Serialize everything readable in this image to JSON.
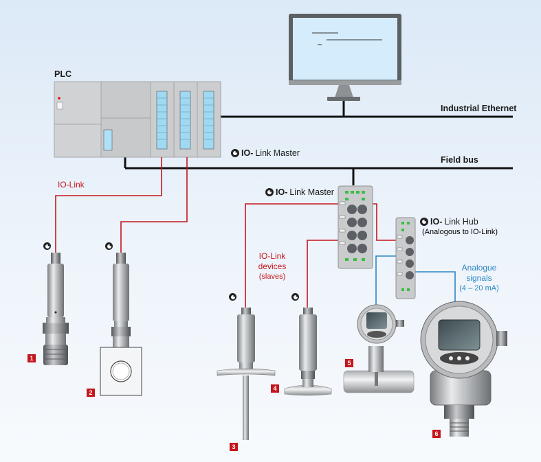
{
  "labels": {
    "plc": "PLC",
    "industrial_ethernet": "Industrial Ethernet",
    "field_bus": "Field bus",
    "io_link": "IO-Link",
    "master_1_io": "IO-",
    "master_1_rest": "Link Master",
    "master_2_io": "IO-",
    "master_2_rest": "Link Master",
    "hub_io": "IO-",
    "hub_rest": "Link Hub",
    "hub_sub": "(Analogous to IO-Link)",
    "devices_line1": "IO-Link",
    "devices_line2": "devices",
    "devices_line3": "(slaves)",
    "analogue_line1": "Analogue",
    "analogue_line2": "signals",
    "analogue_line3": "(4 – 20 mA)"
  },
  "badges": [
    "1",
    "2",
    "3",
    "4",
    "5",
    "6"
  ],
  "colors": {
    "io_link_cable": "#c4161c",
    "analogue_cable": "#2a86c4",
    "bus": "#111111",
    "badge": "#c4161c"
  },
  "icons": [
    "io-link-logo-icon",
    "monitor-icon",
    "plc-icon"
  ]
}
